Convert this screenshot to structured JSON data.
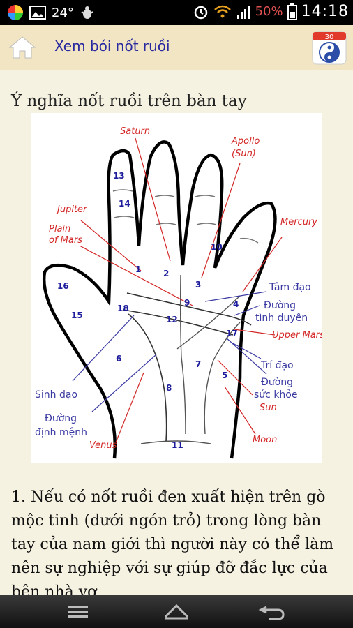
{
  "status_bar": {
    "temperature": "24°",
    "battery_percent": "50%",
    "time": "14:18",
    "icons": [
      "color-wheel-icon",
      "image-icon",
      "bug-icon",
      "alarm-icon",
      "wifi-icon",
      "signal-icon",
      "battery-icon"
    ]
  },
  "app_bar": {
    "title": "Xem bói nốt ruồi",
    "home_icon": "home-icon",
    "app_icon": "yin-yang-calendar-icon",
    "app_icon_label": "30"
  },
  "article": {
    "heading": "Ý nghĩa nốt ruồi trên bàn tay",
    "paragraph": "1. Nếu có nốt ruồi đen xuất hiện trên gò mộc tinh (dưới ngón trỏ) trong lòng bàn tay của nam giới thì người này có thể làm nên sự nghiệp với sự giúp đỡ đắc lực của bên nhà vợ"
  },
  "diagram": {
    "labels_red": {
      "saturn": "Saturn",
      "apollo": "Apollo",
      "apollo_sub": "(Sun)",
      "jupiter": "Jupiter",
      "plain": "Plain",
      "of_mars": "of Mars",
      "mercury": "Mercury",
      "upper_mars": "Upper Mars",
      "sun": "Sun",
      "moon": "Moon",
      "venus": "Venus"
    },
    "labels_blue": {
      "tam_dao": "Tâm đạo",
      "duong": "Đường",
      "tinh_duyen": "tình duyên",
      "tri_dao": "Trí đạo",
      "duong2": "Đường",
      "suc_khoe": "sức khỏe",
      "sinh_dao": "Sinh đạo",
      "duong3": "Đường",
      "dinh_menh": "định mệnh"
    },
    "numbers": {
      "n1": "1",
      "n2": "2",
      "n3": "3",
      "n4": "4",
      "n5": "5",
      "n6": "6",
      "n7": "7",
      "n8": "8",
      "n9": "9",
      "n10": "10",
      "n11": "11",
      "n12": "12",
      "n13": "13",
      "n14": "14",
      "n15": "15",
      "n16": "16",
      "n17": "17",
      "n18": "18"
    }
  },
  "nav_bar": {
    "icons": [
      "menu-icon",
      "home-outline-icon",
      "back-icon"
    ]
  },
  "colors": {
    "app_bar_bg": "#f1e5c4",
    "title_color": "#2a2aa0",
    "page_bg": "#f6f2e2",
    "red_label": "#d42626",
    "blue_label": "#3a3aa2"
  }
}
